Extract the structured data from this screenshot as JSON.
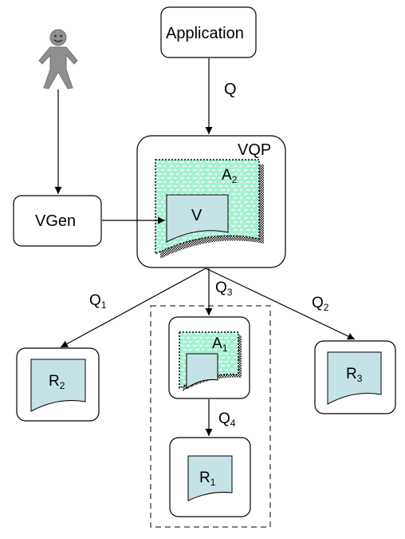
{
  "nodes": {
    "application": {
      "label": "Application"
    },
    "vgen": {
      "label": "VGen"
    },
    "vqp": {
      "label": "VQP",
      "view_label": "V",
      "annotation": {
        "base": "A",
        "sub": "2"
      }
    },
    "annotation_a1": {
      "base": "A",
      "sub": "1"
    },
    "result_r1": {
      "base": "R",
      "sub": "1"
    },
    "result_r2": {
      "base": "R",
      "sub": "2"
    },
    "result_r3": {
      "base": "R",
      "sub": "3"
    }
  },
  "edges": {
    "q": {
      "base": "Q",
      "sub": ""
    },
    "q1": {
      "base": "Q",
      "sub": "1"
    },
    "q2": {
      "base": "Q",
      "sub": "2"
    },
    "q3": {
      "base": "Q",
      "sub": "3"
    },
    "q4": {
      "base": "Q",
      "sub": "4"
    }
  },
  "colors": {
    "stroke": "#000000",
    "box_fill": "#ffffff",
    "doc_fill": "#c5e3e6",
    "annotation_fill": "#a6f0d4",
    "person_fill": "#8f8f8f"
  }
}
